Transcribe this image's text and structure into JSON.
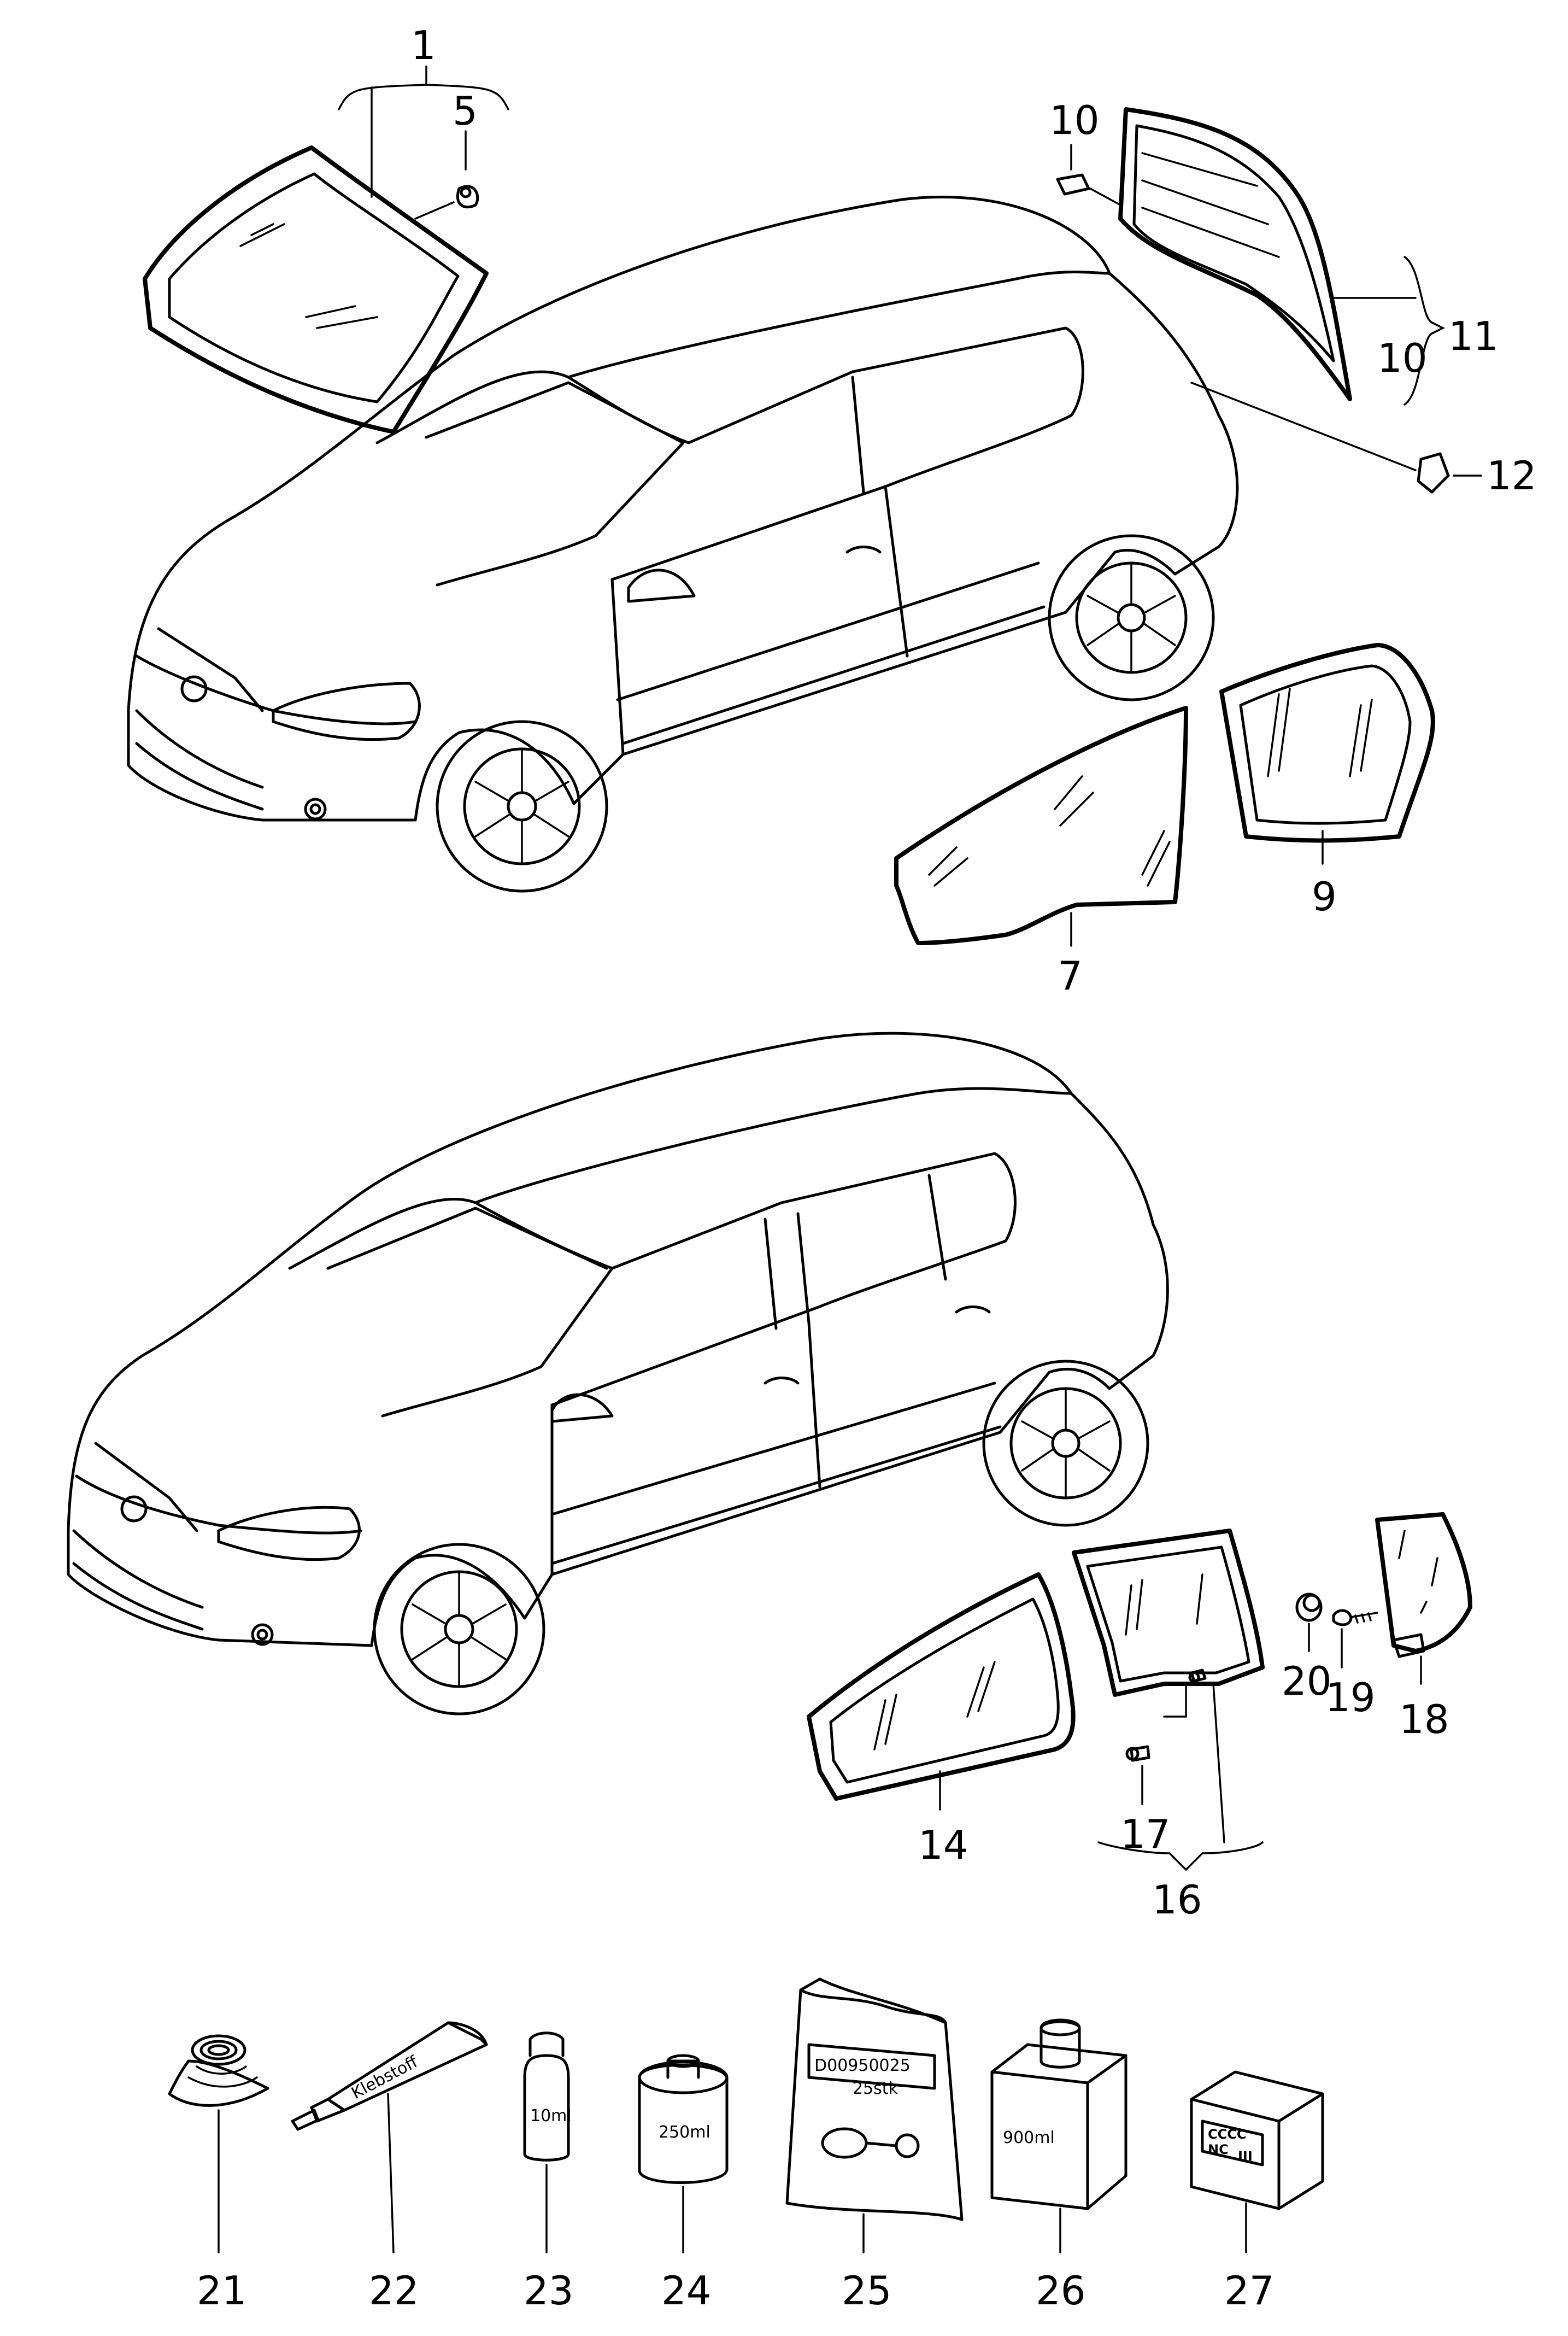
{
  "callouts": [
    "1",
    "5",
    "10",
    "10",
    "11",
    "12",
    "9",
    "7",
    "14",
    "16",
    "17",
    "18",
    "19",
    "20",
    "21",
    "22",
    "23",
    "24",
    "25",
    "26",
    "27"
  ],
  "product_text": {
    "tube": "Klebstoff",
    "bottle_small": "10ml",
    "can": "250ml",
    "bag_line1": "D00950025",
    "bag_line2": "25stk",
    "canister": "900ml",
    "box_line1": "CCCC",
    "box_line2": "NC",
    "box_line3": "III"
  }
}
